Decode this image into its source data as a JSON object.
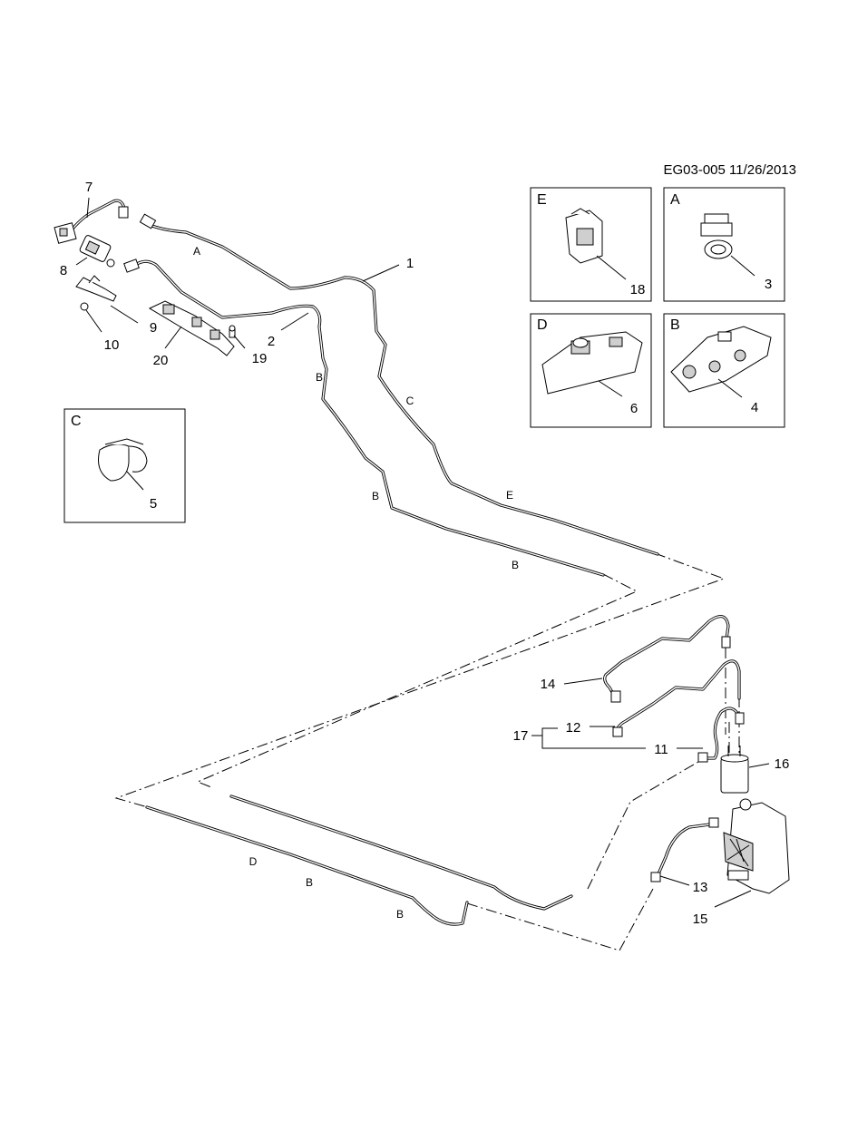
{
  "header": {
    "code": "EG03-005 11/26/2013"
  },
  "callouts": [
    "1",
    "2",
    "3",
    "4",
    "5",
    "6",
    "7",
    "8",
    "9",
    "10",
    "11",
    "12",
    "13",
    "14",
    "15",
    "16",
    "17",
    "18",
    "19",
    "20"
  ],
  "clip_letters": {
    "a1": "A",
    "b1": "B",
    "b2": "B",
    "b3": "B",
    "b4": "B",
    "b5": "B",
    "c1": "C",
    "d1": "D",
    "e1": "E"
  },
  "insets": {
    "e": {
      "letter": "E",
      "part": "18"
    },
    "a": {
      "letter": "A",
      "part": "3"
    },
    "d": {
      "letter": "D",
      "part": "6"
    },
    "b": {
      "letter": "B",
      "part": "4"
    },
    "c": {
      "letter": "C",
      "part": "5"
    }
  }
}
